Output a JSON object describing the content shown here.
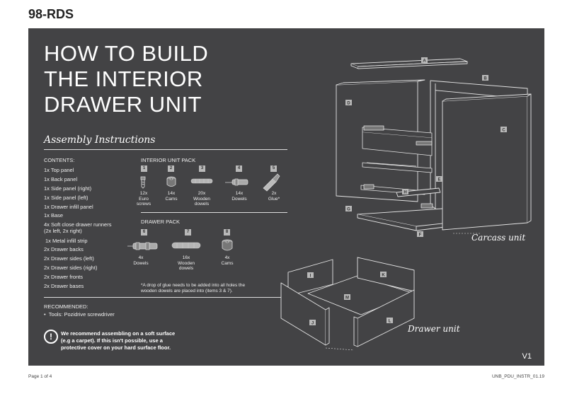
{
  "header": {
    "code": "98-RDS"
  },
  "title": {
    "line1": "HOW TO BUILD",
    "line2": "THE INTERIOR",
    "line3": "DRAWER UNIT"
  },
  "subtitle": "Assembly Instructions",
  "contents": {
    "heading": "CONTENTS:",
    "items": [
      "1x Top panel",
      "1x Back panel",
      "1x Side panel (right)",
      "1x Side panel (left)",
      "1x Drawer infill panel",
      "1x Base",
      "4x Soft close drawer runners",
      "(2x left, 2x right)",
      "1x Metal infill strip",
      "2x Drawer backs",
      "2x Drawer sides (left)",
      "2x Drawer sides (right)",
      "2x Drawer fronts",
      "2x Drawer bases"
    ]
  },
  "interior_pack": {
    "heading": "INTERIOR UNIT PACK",
    "items": [
      {
        "num": "1",
        "label1": "12x",
        "label2": "Euro",
        "label3": "screws",
        "icon": "euro-screw-icon"
      },
      {
        "num": "2",
        "label1": "14x",
        "label2": "Cams",
        "label3": "",
        "icon": "cam-icon"
      },
      {
        "num": "3",
        "label1": "20x",
        "label2": "Wooden",
        "label3": "dowels",
        "icon": "wooden-dowel-icon"
      },
      {
        "num": "4",
        "label1": "14x",
        "label2": "Dowels",
        "label3": "",
        "icon": "dowel-icon"
      },
      {
        "num": "5",
        "label1": "2x",
        "label2": "Glue*",
        "label3": "",
        "icon": "glue-icon"
      }
    ]
  },
  "drawer_pack": {
    "heading": "DRAWER PACK",
    "items": [
      {
        "num": "6",
        "label1": "4x",
        "label2": "Dowels",
        "label3": "",
        "icon": "dowel-icon"
      },
      {
        "num": "7",
        "label1": "16x",
        "label2": "Wooden",
        "label3": "dowels",
        "icon": "wooden-dowel-icon"
      },
      {
        "num": "8",
        "label1": "4x",
        "label2": "Cams",
        "label3": "",
        "icon": "cam-icon"
      }
    ]
  },
  "glue_note": {
    "line1": "*A drop of glue needs to be added into all holes the",
    "line2": "wooden dowels are placed into (items 3 & 7)."
  },
  "recommended": {
    "heading": "RECOMMENDED:",
    "tools": "Tools: Pozidrive screwdriver"
  },
  "warning": {
    "icon": "exclamation-icon",
    "line1": "We recommend assembling on a soft surface",
    "line2": "(e.g a carpet). If this isn't possible, use a",
    "line3": "protective cover on your hard surface floor."
  },
  "diagram": {
    "carcass_caption": "Carcass unit",
    "drawer_caption": "Drawer unit",
    "part_labels": {
      "A": "A",
      "B": "B",
      "C": "C",
      "D": "D",
      "E": "E",
      "F": "F",
      "G": "G",
      "H": "H",
      "I": "I",
      "J": "J",
      "K": "K",
      "L": "L",
      "M": "M"
    }
  },
  "version": "V1",
  "footer": {
    "page": "Page 1 of 4",
    "doc_code": "UNB_PDU_INSTR_01.19"
  },
  "colors": {
    "panel_bg": "#434345",
    "badge_bg": "#b9b9b9",
    "text": "#ffffff"
  }
}
